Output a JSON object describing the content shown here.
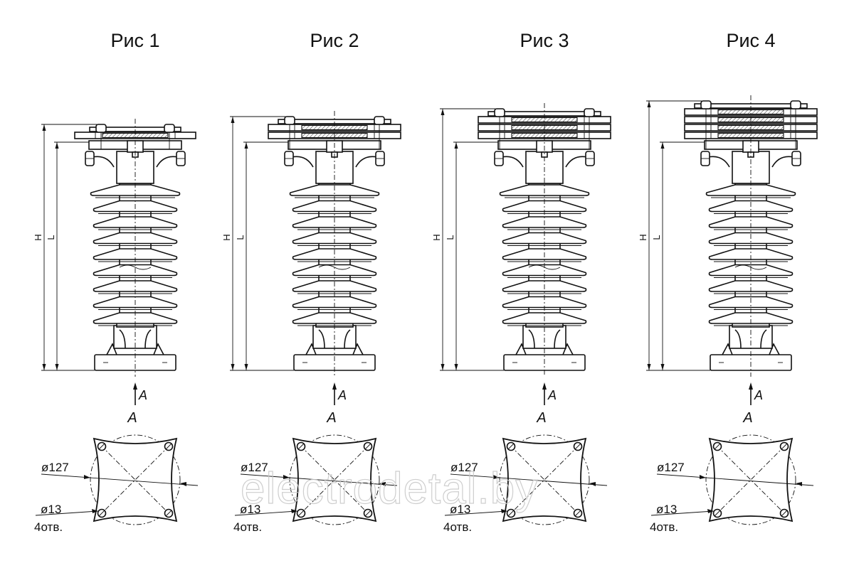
{
  "figures": [
    {
      "title": "Рис 1",
      "plates": 1,
      "H": "H",
      "L": "L",
      "arrow": "A",
      "view": "A",
      "dia_big": "ø127",
      "dia_small": "ø13",
      "holes": "4отв."
    },
    {
      "title": "Рис 2",
      "plates": 2,
      "H": "H",
      "L": "L",
      "arrow": "A",
      "view": "A",
      "dia_big": "ø127",
      "dia_small": "ø13",
      "holes": "4отв."
    },
    {
      "title": "Рис 3",
      "plates": 3,
      "H": "H",
      "L": "L",
      "arrow": "A",
      "view": "A",
      "dia_big": "ø127",
      "dia_small": "ø13",
      "holes": "4отв."
    },
    {
      "title": "Рис 4",
      "plates": 4,
      "H": "H",
      "L": "L",
      "arrow": "A",
      "view": "A",
      "dia_big": "ø127",
      "dia_small": "ø13",
      "holes": "4отв."
    }
  ],
  "sheds": 9,
  "watermark": "electrodetal.by",
  "colors": {
    "line": "#111111",
    "hatch": "#555555",
    "watermark": "#c9c9c9"
  }
}
